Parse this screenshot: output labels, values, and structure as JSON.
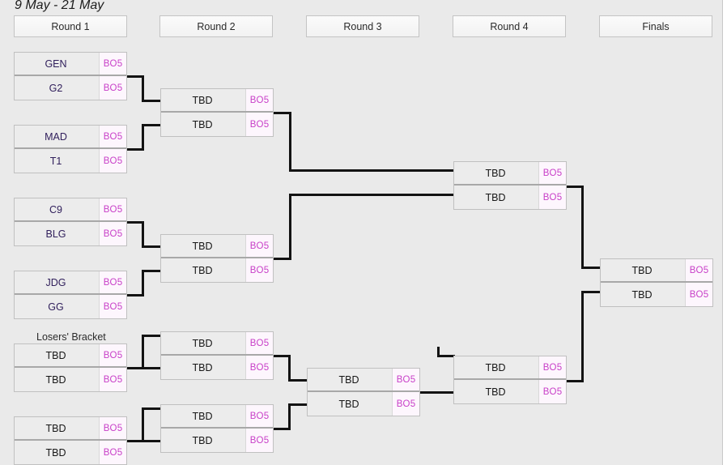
{
  "stage": {
    "date_range": "9 May - 21 May"
  },
  "round_headers": [
    {
      "label": "Round 1"
    },
    {
      "label": "Round 2"
    },
    {
      "label": "Round 3"
    },
    {
      "label": "Round 4"
    },
    {
      "label": "Finals"
    }
  ],
  "labels": {
    "losers_bracket": "Losers' Bracket"
  },
  "colors": {
    "page_background": "#eaeaea",
    "box_background": "#ececec",
    "box_border": "#c0c0c0",
    "score_background": "#fdf6fd",
    "score_text": "#c83fc8",
    "team_text": "#31205c",
    "tbd_text": "#161616",
    "connector": "#131313"
  },
  "matches": {
    "r1m1": {
      "top": {
        "name": "GEN",
        "score": "BO5"
      },
      "bottom": {
        "name": "G2",
        "score": "BO5"
      }
    },
    "r1m2": {
      "top": {
        "name": "MAD",
        "score": "BO5"
      },
      "bottom": {
        "name": "T1",
        "score": "BO5"
      }
    },
    "r1m3": {
      "top": {
        "name": "C9",
        "score": "BO5"
      },
      "bottom": {
        "name": "BLG",
        "score": "BO5"
      }
    },
    "r1m4": {
      "top": {
        "name": "JDG",
        "score": "BO5"
      },
      "bottom": {
        "name": "GG",
        "score": "BO5"
      }
    },
    "r1m5": {
      "top": {
        "name": "TBD",
        "score": "BO5"
      },
      "bottom": {
        "name": "TBD",
        "score": "BO5"
      }
    },
    "r1m6": {
      "top": {
        "name": "TBD",
        "score": "BO5"
      },
      "bottom": {
        "name": "TBD",
        "score": "BO5"
      }
    },
    "r2m1": {
      "top": {
        "name": "TBD",
        "score": "BO5"
      },
      "bottom": {
        "name": "TBD",
        "score": "BO5"
      }
    },
    "r2m2": {
      "top": {
        "name": "TBD",
        "score": "BO5"
      },
      "bottom": {
        "name": "TBD",
        "score": "BO5"
      }
    },
    "r2m3": {
      "top": {
        "name": "TBD",
        "score": "BO5"
      },
      "bottom": {
        "name": "TBD",
        "score": "BO5"
      }
    },
    "r2m4": {
      "top": {
        "name": "TBD",
        "score": "BO5"
      },
      "bottom": {
        "name": "TBD",
        "score": "BO5"
      }
    },
    "r3m1": {
      "top": {
        "name": "TBD",
        "score": "BO5"
      },
      "bottom": {
        "name": "TBD",
        "score": "BO5"
      }
    },
    "r4m1": {
      "top": {
        "name": "TBD",
        "score": "BO5"
      },
      "bottom": {
        "name": "TBD",
        "score": "BO5"
      }
    },
    "r4m2": {
      "top": {
        "name": "TBD",
        "score": "BO5"
      },
      "bottom": {
        "name": "TBD",
        "score": "BO5"
      }
    },
    "finals": {
      "top": {
        "name": "TBD",
        "score": "BO5"
      },
      "bottom": {
        "name": "TBD",
        "score": "BO5"
      }
    }
  }
}
